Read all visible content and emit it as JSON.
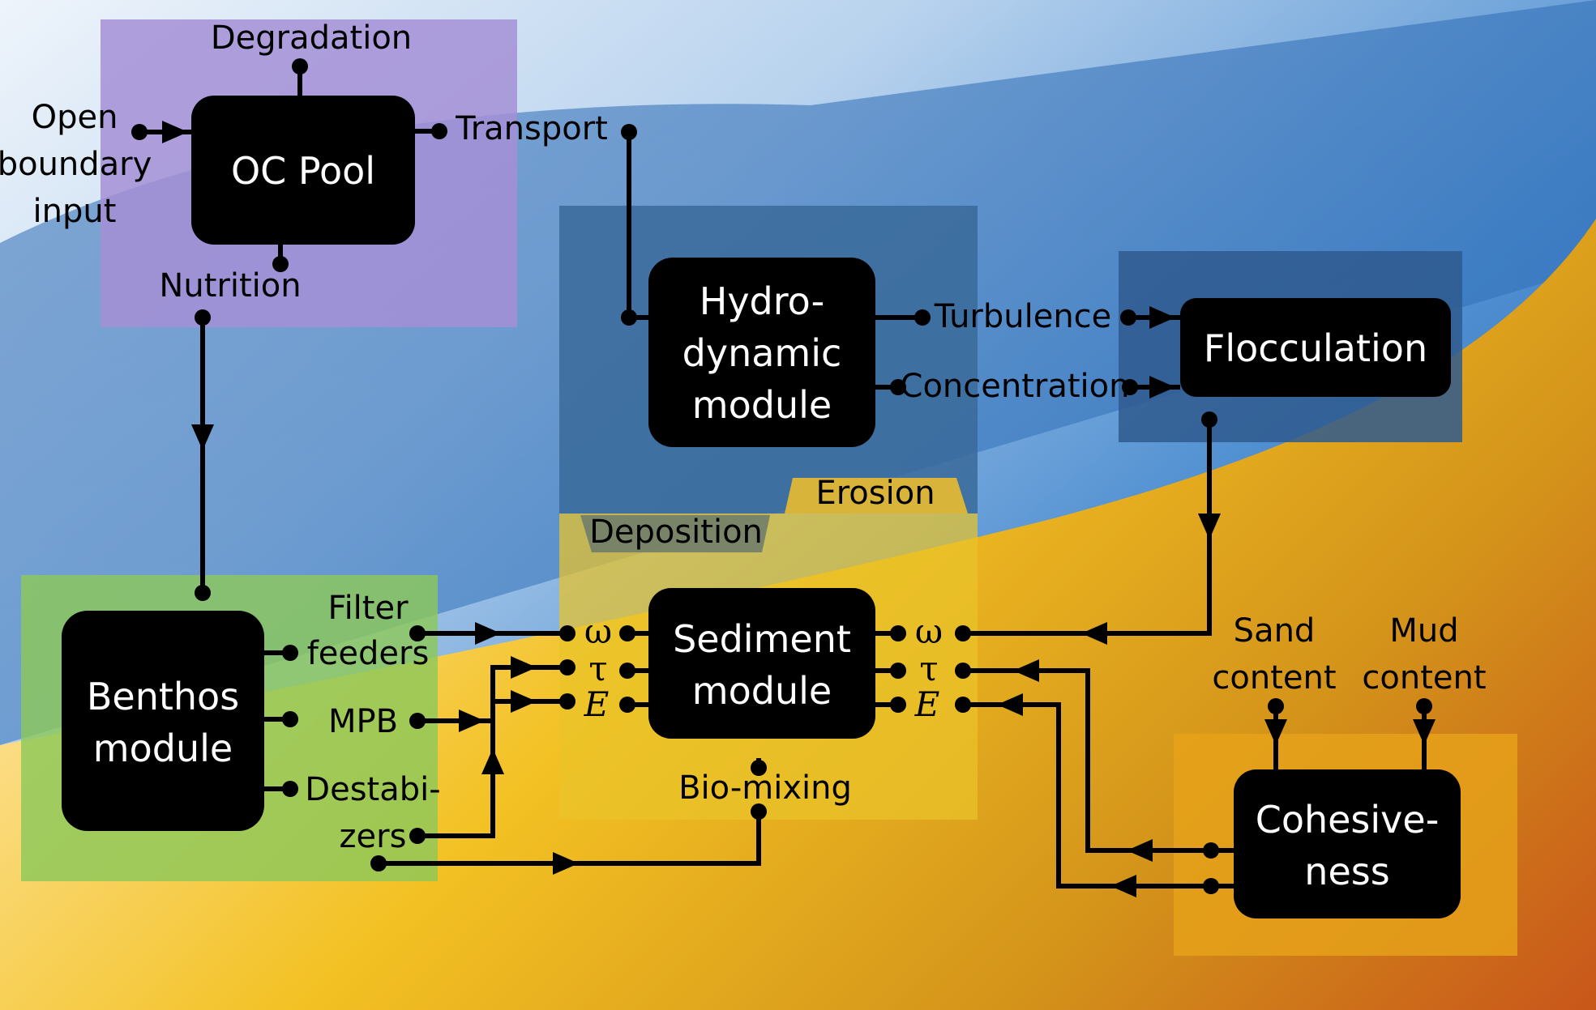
{
  "modules": {
    "oc_pool": "OC Pool",
    "hydro": [
      "Hydro-",
      "dynamic",
      "module"
    ],
    "flocculation": "Flocculation",
    "sediment": [
      "Sediment",
      "module"
    ],
    "benthos": [
      "Benthos",
      "module"
    ],
    "cohesiveness": [
      "Cohesive-",
      "ness"
    ]
  },
  "labels": {
    "degradation": "Degradation",
    "open_boundary": [
      "Open",
      "boundary",
      "input"
    ],
    "transport": "Transport",
    "nutrition": "Nutrition",
    "turbulence": "Turbulence",
    "concentration": "Concentration",
    "erosion": "Erosion",
    "deposition": "Deposition",
    "filter_feeders": [
      "Filter",
      "feeders"
    ],
    "mpb": "MPB",
    "destabilizers": [
      "Destabi-",
      "zers"
    ],
    "bio_mixing": "Bio-mixing",
    "sand_content": [
      "Sand",
      "content"
    ],
    "mud_content": [
      "Mud",
      "content"
    ]
  },
  "ports": {
    "left": [
      "ω",
      "τ",
      "E"
    ],
    "right": [
      "ω",
      "τ",
      "E"
    ]
  },
  "colors": {
    "oc_pool_region": "#a58fd6",
    "hydro_region": "#3a6a9a",
    "flocculation_region": "#2f5b8e",
    "sediment_region": "#e9c32a",
    "benthos_region": "#8cc85a",
    "cohesiveness_region": "#e6a21a",
    "module_fill": "#000000",
    "module_text": "#ffffff"
  }
}
